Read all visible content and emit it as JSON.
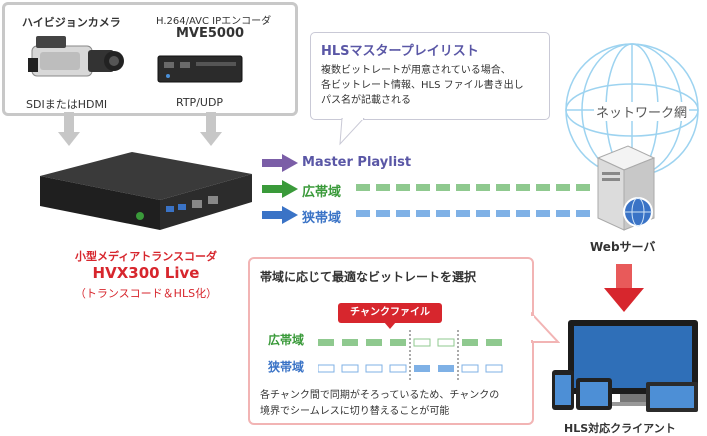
{
  "sources": {
    "camera": {
      "title": "ハイビジョンカメラ",
      "output": "SDIまたはHDMI"
    },
    "encoder": {
      "spec": "H.264/AVC IPエンコーダ",
      "model": "MVE5000",
      "output": "RTP/UDP"
    }
  },
  "playlist_callout": {
    "title": "HLSマスタープレイリスト",
    "body": "複数ビットレートが用意されている場合、\n各ビットレート情報、HLS ファイル書き出し\nパス名が記載される"
  },
  "streams": {
    "master": "Master Playlist",
    "wide": "広帯域",
    "narrow": "狭帯域"
  },
  "transcoder": {
    "line1": "小型メディアトランスコーダ",
    "line2": "HVX300 Live",
    "line3": "（トランスコード＆HLS化）"
  },
  "network": {
    "label": "ネットワーク網"
  },
  "server": {
    "label": "Webサーバ"
  },
  "bitrate_note": {
    "title": "帯域に応じて最適なビットレートを選択",
    "chunk_label": "チャンクファイル",
    "wide": "広帯域",
    "narrow": "狭帯域",
    "body": "各チャンク間で同期がそろっているため、チャンクの\n境界でシームレスに切り替えることが可能"
  },
  "client": {
    "label": "HLS対応クライアント"
  },
  "colors": {
    "purple": "#7b5ea7",
    "green": "#3a9a3a",
    "blue": "#3a73c6",
    "red": "#d7262d",
    "callout_title": "#5a57a6"
  }
}
